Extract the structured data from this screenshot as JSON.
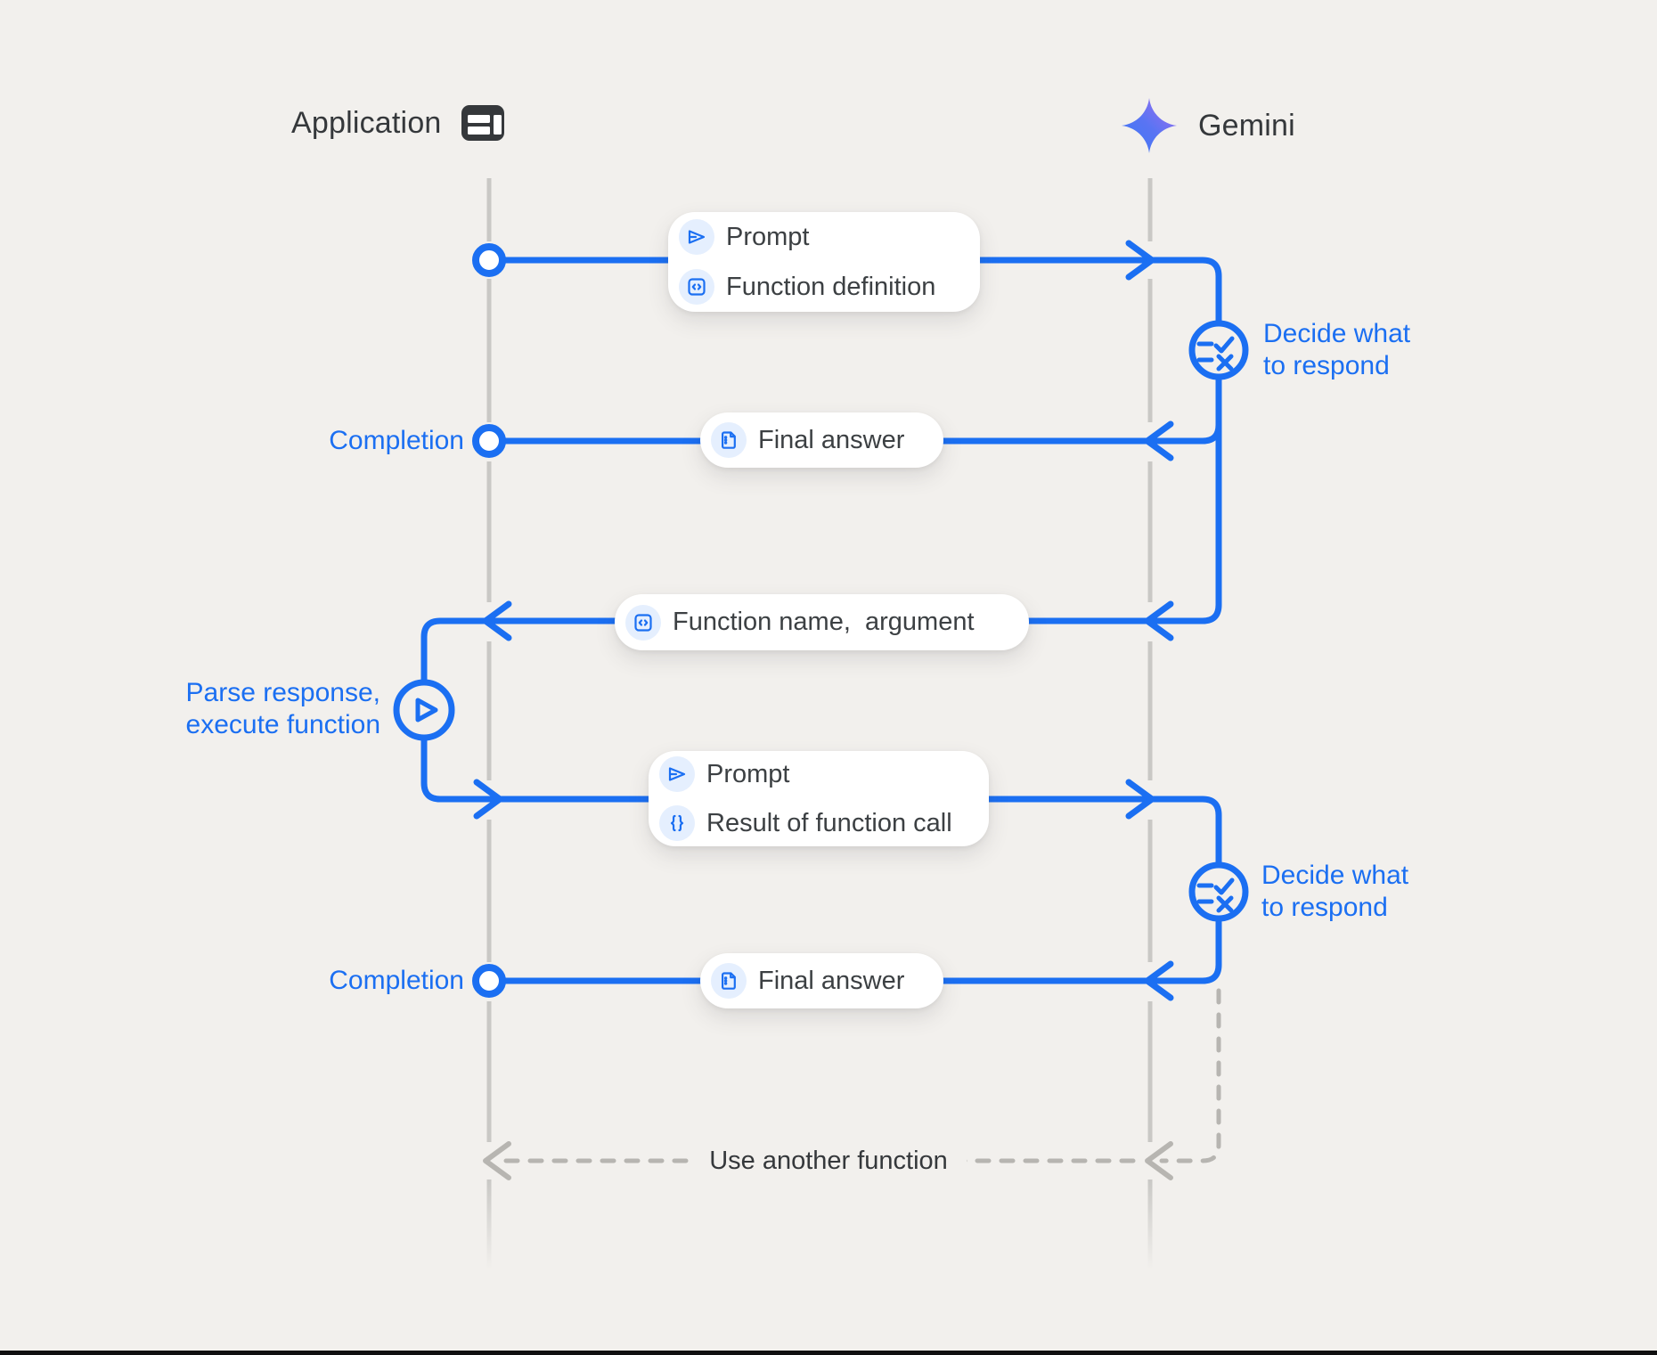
{
  "colors": {
    "background": "#f2f0ed",
    "accent_blue": "#1b6ff2",
    "icon_chip_bg": "#e5effe",
    "text_dark": "#3c4043",
    "lifeline_gray": "#c9c8c5",
    "dashed_gray": "#b7b5b1",
    "box_bg": "#ffffff",
    "gemini_gradient_start": "#3b78f5",
    "gemini_gradient_end": "#a56ef0"
  },
  "actors": {
    "application": {
      "label": "Application",
      "icon": "window-layout-icon"
    },
    "gemini": {
      "label": "Gemini",
      "icon": "gemini-sparkle-icon"
    }
  },
  "messages": {
    "prompt_function_definition": {
      "row1": {
        "icon": "send-icon",
        "label": "Prompt"
      },
      "row2": {
        "icon": "code-brackets-icon",
        "label": "Function definition"
      }
    },
    "final_answer_1": {
      "icon": "document-icon",
      "label": "Final answer"
    },
    "function_name_argument": {
      "icon": "code-brackets-icon",
      "label": "Function name,  argument"
    },
    "prompt_result": {
      "row1": {
        "icon": "send-icon",
        "label": "Prompt"
      },
      "row2": {
        "icon": "curly-braces-icon",
        "label": "Result of function call"
      }
    },
    "final_answer_2": {
      "icon": "document-icon",
      "label": "Final answer"
    }
  },
  "annotations": {
    "completion_1": "Completion",
    "completion_2": "Completion",
    "decide_1": "Decide what\nto respond",
    "decide_2": "Decide what\nto respond",
    "parse_execute": "Parse response,\nexecute function",
    "use_another_function": "Use another function"
  }
}
